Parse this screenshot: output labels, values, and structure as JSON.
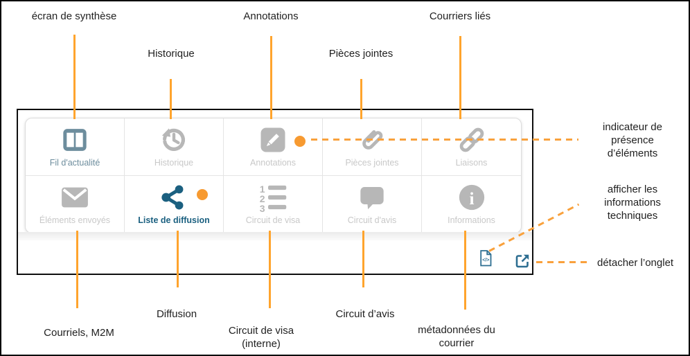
{
  "panel": {
    "tabs": [
      {
        "label": "Fil d'actualité",
        "icon": "columns-icon",
        "state": "active",
        "presence_dot": false
      },
      {
        "label": "Historique",
        "icon": "history-icon",
        "state": "inactive",
        "presence_dot": false
      },
      {
        "label": "Annotations",
        "icon": "pencil-square-icon",
        "state": "inactive",
        "presence_dot": true
      },
      {
        "label": "Pièces jointes",
        "icon": "paperclip-icon",
        "state": "inactive",
        "presence_dot": false
      },
      {
        "label": "Liaisons",
        "icon": "link-icon",
        "state": "inactive",
        "presence_dot": false
      },
      {
        "label": "Éléments envoyés",
        "icon": "envelope-icon",
        "state": "inactive",
        "presence_dot": false
      },
      {
        "label": "Liste de diffusion",
        "icon": "share-icon",
        "state": "selected",
        "presence_dot": true
      },
      {
        "label": "Circuit de visa",
        "icon": "ordered-list-icon",
        "state": "inactive",
        "presence_dot": false
      },
      {
        "label": "Circuit d'avis",
        "icon": "comment-icon",
        "state": "inactive",
        "presence_dot": false
      },
      {
        "label": "Informations",
        "icon": "info-circle-icon",
        "state": "inactive",
        "presence_dot": false
      }
    ],
    "footer": {
      "technical_info_icon": "file-code-icon",
      "detach_tab_icon": "external-link-icon"
    }
  },
  "annotations": {
    "top": [
      {
        "label": "écran de synthèse"
      },
      {
        "label": "Historique"
      },
      {
        "label": "Annotations"
      },
      {
        "label": "Pièces jointes"
      },
      {
        "label": "Courriers liés"
      }
    ],
    "right": [
      {
        "label": "indicateur de présence d’éléments"
      },
      {
        "label": "afficher les informations techniques"
      },
      {
        "label": "détacher l’onglet"
      }
    ],
    "bottom": [
      {
        "label": "Courriels, M2M"
      },
      {
        "label": "Diffusion"
      },
      {
        "label": "Circuit de visa (interne)"
      },
      {
        "label": "Circuit d’avis"
      },
      {
        "label": "métadonnées du courrier"
      }
    ]
  },
  "colors": {
    "callout_orange": "#F9A13C",
    "line_orange": "#FFA42D",
    "active_slate": "#6D8D9D",
    "selected_blue": "#1B6080",
    "inactive_icon_gray": "#B7B7B7",
    "inactive_label_gray": "#C8C8C8",
    "footer_icon_blue": "#2D6E91"
  }
}
